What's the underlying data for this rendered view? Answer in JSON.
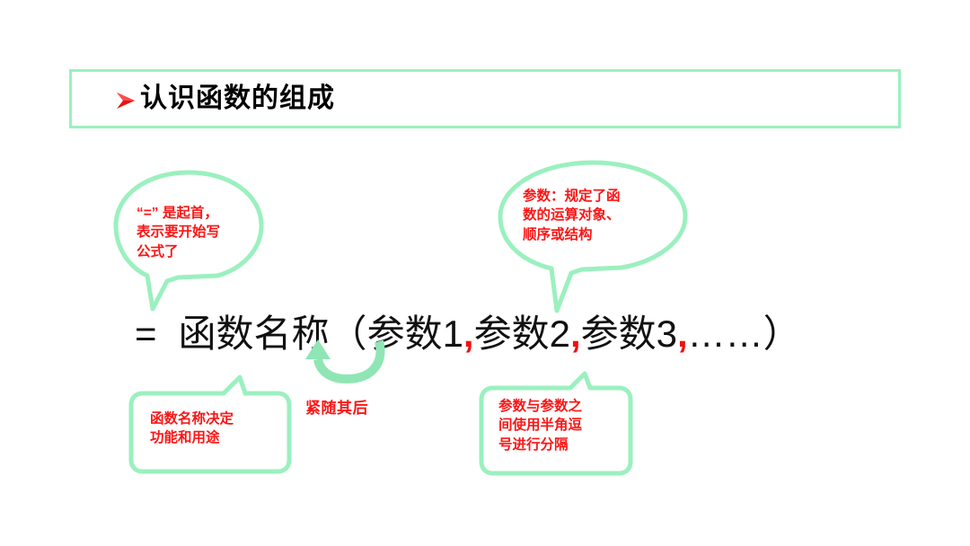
{
  "slide": {
    "background_color": "#ffffff",
    "accent_color": "#9bf0bf",
    "callout_text_color": "#fb1616",
    "title_text_color": "#000000"
  },
  "title": {
    "bullet_icon": "red-arrow-bullet-icon",
    "bullet_color": "#ee1111",
    "text": "认识函数的组成"
  },
  "formula": {
    "equals": "=",
    "function_name": "函数名称",
    "open_paren": "（",
    "arg1": "参数1",
    "comma1": ",",
    "arg2": "参数2",
    "comma2": ",",
    "arg3": "参数3",
    "comma3": ",",
    "ellipsis": "……",
    "close_paren": "）",
    "full_text": "= 函数名称（参数1,参数2,参数3,……）"
  },
  "callouts": [
    {
      "id": "equals-callout",
      "shape": "oval-speech-bubble",
      "text": "“=”  是起首，\n表示要开始写\n公式了",
      "points_to": "equals-sign"
    },
    {
      "id": "parameters-callout",
      "shape": "oval-speech-bubble",
      "text": "参数：规定了函\n数的运算对象、\n顺序或结构",
      "points_to": "arguments"
    },
    {
      "id": "function-name-callout",
      "shape": "rounded-rectangle-callout",
      "text": "函数名称决定\n功能和用途",
      "points_to": "function-name"
    },
    {
      "id": "comma-separator-callout",
      "shape": "rounded-rectangle-callout",
      "text": "参数与参数之\n间使用半角逗\n号进行分隔",
      "points_to": "commas"
    }
  ],
  "curved_arrow": {
    "icon": "curved-up-arrow-icon",
    "color": "#9bf0bf",
    "label": "紧随其后"
  }
}
